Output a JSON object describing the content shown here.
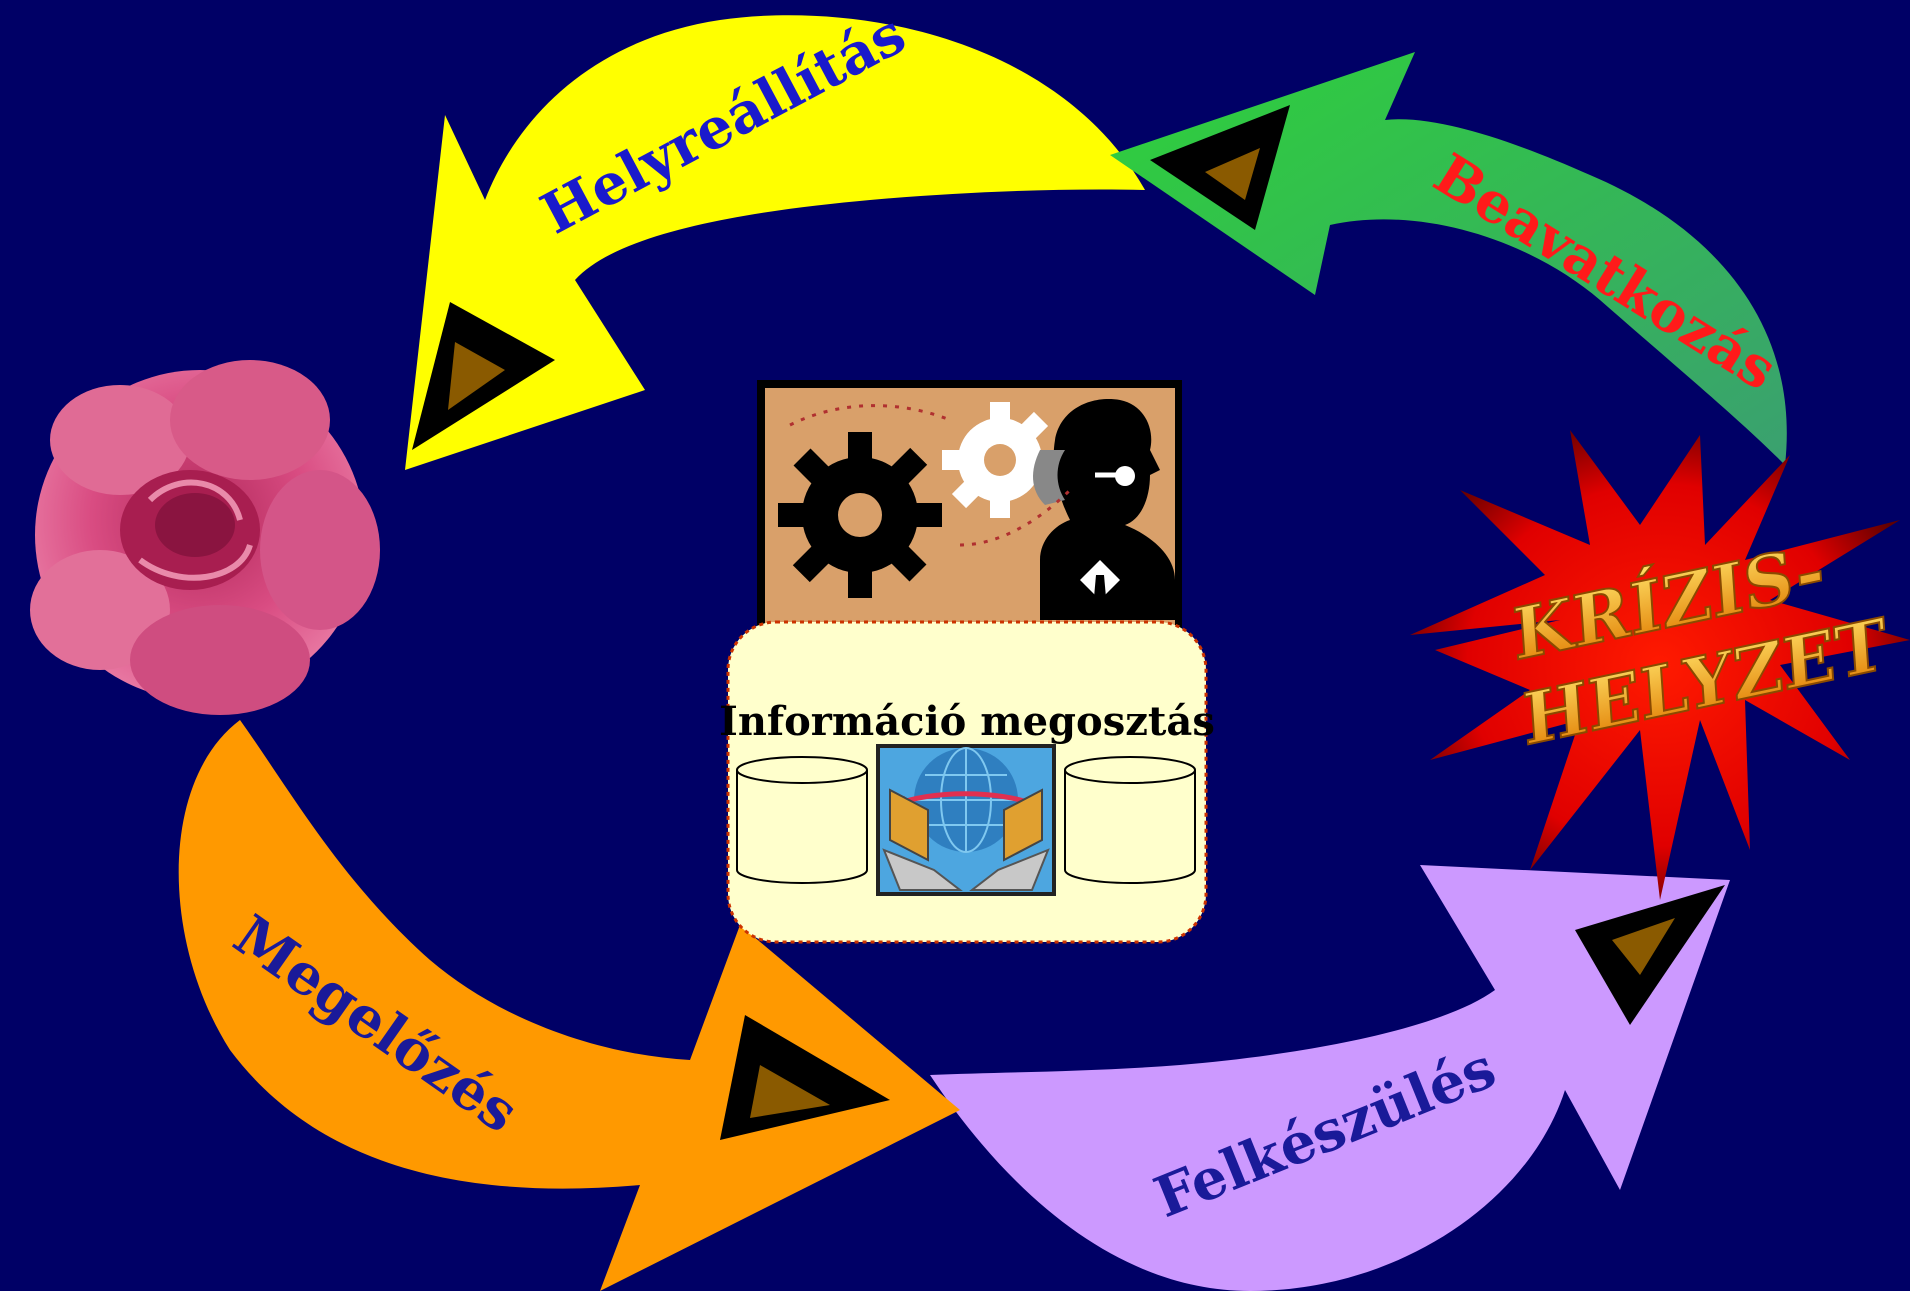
{
  "diagram": {
    "background_color": "#000066",
    "phases": [
      {
        "id": "helyreallitas",
        "label": "Helyreállítás",
        "fill": "#ffff00",
        "text_color": "#1a1acc"
      },
      {
        "id": "beavatkozas",
        "label": "Beavatkozás",
        "fill": "#3cb84a",
        "text_color": "#ff1a1a"
      },
      {
        "id": "felkeszules",
        "label": "Felkészülés",
        "fill": "#cc99ff",
        "text_color": "#1a1a99"
      },
      {
        "id": "megelozes",
        "label": "Megelőzés",
        "fill": "#ff9900",
        "text_color": "#1a1a99"
      }
    ],
    "crisis": {
      "label_line1": "KRÍZIS-",
      "label_line2": "HELYZET"
    },
    "center": {
      "label": "Információ megosztás"
    },
    "icons": [
      "flower-image",
      "gears-businessman-clipart",
      "crisis-starburst",
      "database-cylinder",
      "computer-globe-exchange-image",
      "play-triangle-icon"
    ]
  }
}
